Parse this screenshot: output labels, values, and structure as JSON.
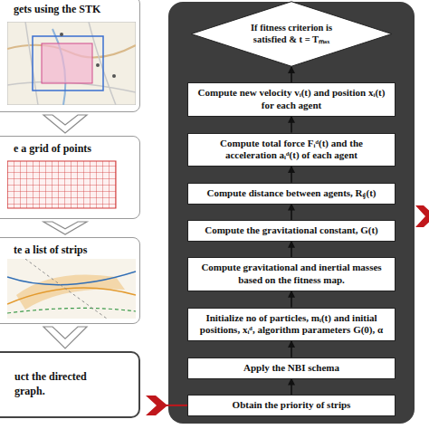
{
  "diagram": {
    "nodes": [
      {
        "text": [
          "gets using the STK"
        ]
      },
      {
        "text": [
          "e a grid of points"
        ]
      },
      {
        "text": [
          "te a list of strips"
        ]
      },
      {
        "text": [
          "uct the directed graph."
        ]
      },
      {
        "text": [
          "If fitness criterion is satisfied & t = Tₘₐₓ"
        ]
      },
      {
        "text": [
          "Compute new velocity vᵢ(t) and position xᵢ(t) for each agent"
        ]
      },
      {
        "text": [
          "Compute total force Fᵢᵈ(t) and the acceleration aᵢᵈ(t) of each agent"
        ]
      },
      {
        "text": [
          "Compute distance between agents, Rᵢⱼ(t)"
        ]
      },
      {
        "text": [
          "Compute the gravitational constant, G(t)"
        ]
      },
      {
        "text": [
          "Compute gravitational and inertial masses based on the fitness map."
        ]
      },
      {
        "text": [
          "Initialize no of particles, mᵢ(t) and initial positions, xᵢᵈ, algorithm parameters G(0), α"
        ]
      },
      {
        "text": [
          "Apply the NBI schema"
        ]
      },
      {
        "text": [
          "Obtain the priority of strips"
        ]
      }
    ],
    "edges": [
      {
        "from": 0,
        "to": 1,
        "arrow": "to"
      },
      {
        "from": 1,
        "to": 2,
        "arrow": "to"
      },
      {
        "from": 2,
        "to": 3,
        "arrow": "to"
      },
      {
        "from": 3,
        "to": 12,
        "arrow": "to"
      },
      {
        "from": 12,
        "to": 11,
        "arrow": "to"
      },
      {
        "from": 11,
        "to": 10,
        "arrow": "to"
      },
      {
        "from": 10,
        "to": 9,
        "arrow": "to"
      },
      {
        "from": 9,
        "to": 8,
        "arrow": "to"
      },
      {
        "from": 8,
        "to": 7,
        "arrow": "to"
      },
      {
        "from": 7,
        "to": 6,
        "arrow": "to"
      },
      {
        "from": 6,
        "to": 5,
        "arrow": "to"
      },
      {
        "from": 5,
        "to": 4,
        "arrow": "to"
      }
    ]
  }
}
